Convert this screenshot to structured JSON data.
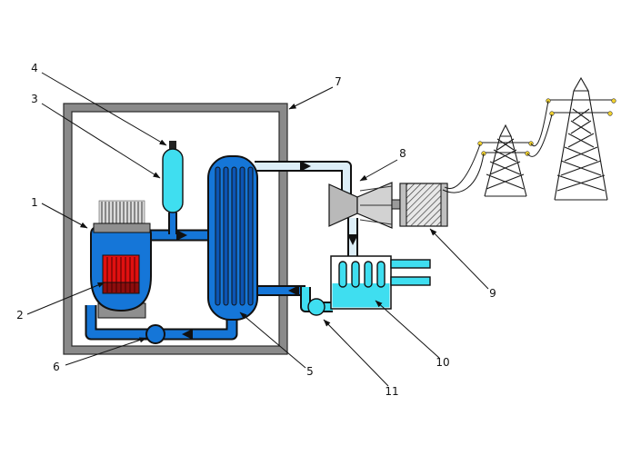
{
  "diagram": {
    "labels": {
      "reactor_vessel": "1",
      "core": "2",
      "pressurizer": "3",
      "relief_valve": "4",
      "steam_generator": "5",
      "primary_pump": "6",
      "containment": "7",
      "turbine": "8",
      "generator": "9",
      "condenser": "10",
      "feedwater_pump": "11"
    },
    "colors": {
      "primary": "#1576d8",
      "primary_dark": "#0c55b4",
      "core_red": "#e01010",
      "core_dark": "#8d0d0d",
      "coolant_cyan": "#3fdef0",
      "steam": "#ddeef7",
      "wall_gray": "#8a8a8a",
      "machine_gray": "#b9b9b9",
      "machine_light": "#d2d2d2",
      "insulator_yellow": "#f2d22e"
    }
  }
}
